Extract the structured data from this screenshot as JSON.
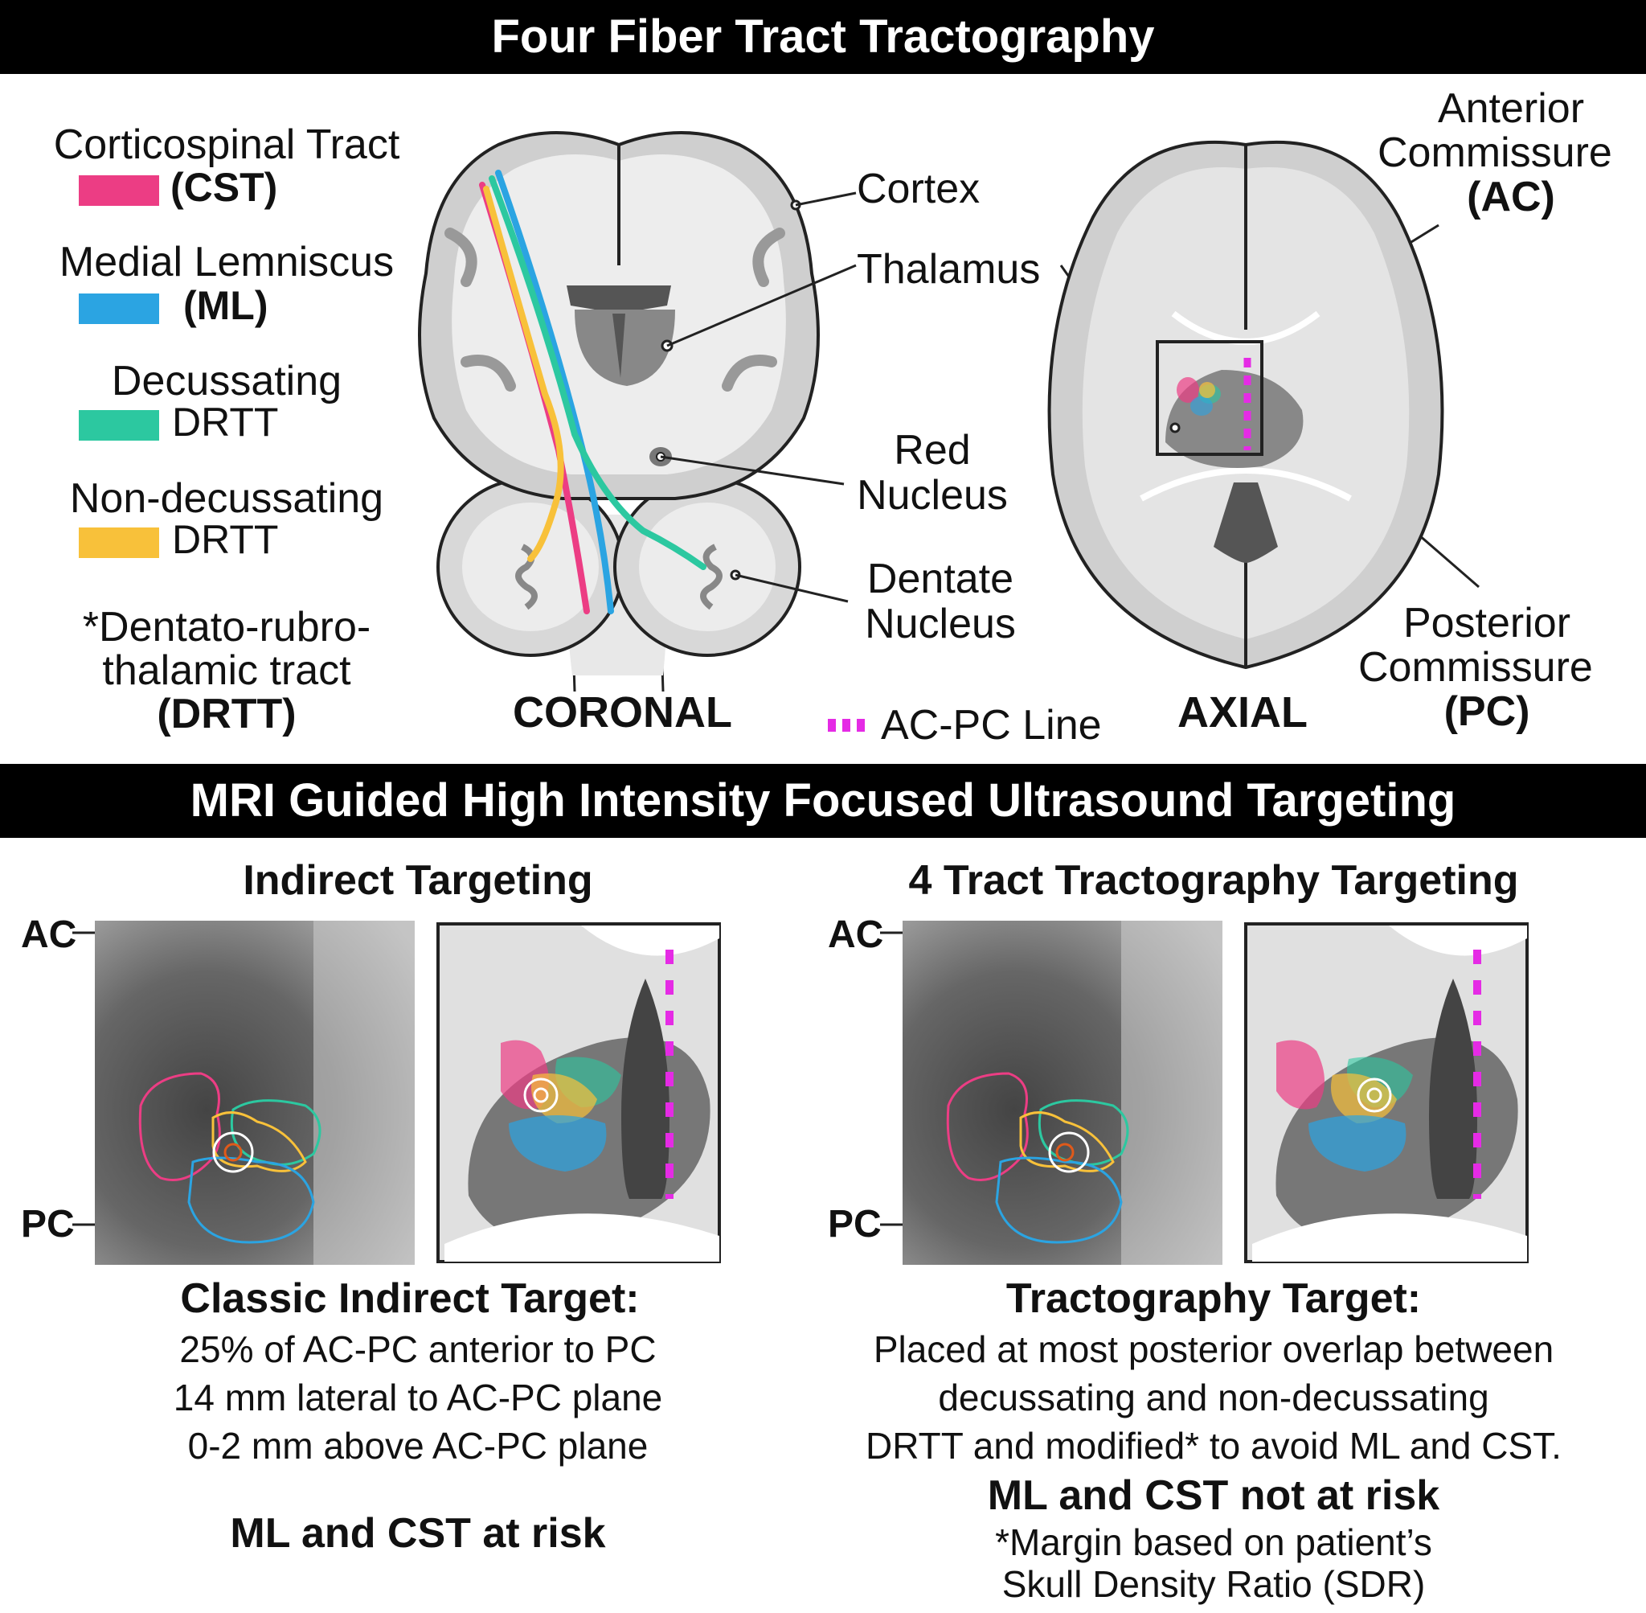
{
  "top_banner": "Four Fiber Tract Tractography",
  "legend": {
    "cst": {
      "name": "Corticospinal Tract",
      "abbr": "(CST)",
      "color": "#ec3d84"
    },
    "ml": {
      "name": "Medial Lemniscus",
      "abbr": "(ML)",
      "color": "#2ba4e2"
    },
    "d_drtt": {
      "name": "Decussating",
      "abbr": "DRTT",
      "color": "#2cc8a0"
    },
    "nd_drtt": {
      "name": "Non-decussating",
      "abbr": "DRTT",
      "color": "#f8c13a"
    },
    "note_line1": "*Dentato-rubro-",
    "note_line2": "thalamic tract",
    "note_line3": "(DRTT)"
  },
  "coronal": {
    "label": "CORONAL",
    "cortex": "Cortex",
    "thalamus": "Thalamus",
    "red_nucleus_1": "Red",
    "red_nucleus_2": "Nucleus",
    "dentate_1": "Dentate",
    "dentate_2": "Nucleus"
  },
  "axial": {
    "label": "AXIAL",
    "ac_1": "Anterior",
    "ac_2": "Commissure",
    "ac_3": "(AC)",
    "pc_1": "Posterior",
    "pc_2": "Commissure",
    "pc_3": "(PC)",
    "acpc_line": "AC-PC Line",
    "acpc_color": "#e52be5"
  },
  "bottom_banner": "MRI Guided High Intensity Focused Ultrasound Targeting",
  "left_panel": {
    "title": "Indirect Targeting",
    "ac": "AC",
    "pc": "PC",
    "subtitle": "Classic Indirect Target:",
    "line1": "25% of AC-PC anterior to PC",
    "line2": "14 mm lateral to AC-PC plane",
    "line3": "0-2 mm above AC-PC plane",
    "risk": "ML and CST at risk"
  },
  "right_panel": {
    "title": "4 Tract Tractography Targeting",
    "ac": "AC",
    "pc": "PC",
    "subtitle": "Tractography Target:",
    "line1": "Placed at most posterior overlap between",
    "line2": "decussating and non-decussating",
    "line3": "DRTT and modified* to avoid ML and CST.",
    "risk": "ML and CST not at risk",
    "note1": "*Margin based on patient’s",
    "note2": "Skull Density Ratio (SDR)"
  }
}
